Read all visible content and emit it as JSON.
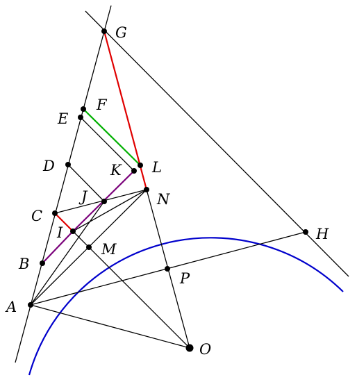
{
  "colors": {
    "line": "#000000",
    "red": "#e00000",
    "green": "#00b000",
    "purple": "#7a007a",
    "arc": "#0000cc",
    "background": "#ffffff"
  },
  "labels": {
    "A": "A",
    "B": "B",
    "C": "C",
    "D": "D",
    "E": "E",
    "F": "F",
    "G": "G",
    "H": "H",
    "I": "I",
    "J": "J",
    "K": "K",
    "L": "L",
    "M": "M",
    "N": "N",
    "O": "O",
    "P": "P"
  }
}
